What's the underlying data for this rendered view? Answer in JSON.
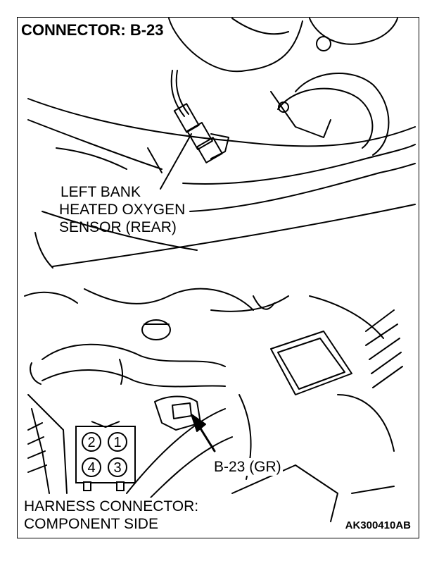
{
  "title": "CONNECTOR: B-23",
  "sensor_label": {
    "line1": "LEFT BANK",
    "line2": "HEATED OXYGEN",
    "line3": "SENSOR (REAR)"
  },
  "connector_label": "B-23 (GR)",
  "pins": [
    "2",
    "1",
    "4",
    "3"
  ],
  "harness_label": {
    "line1": "HARNESS CONNECTOR:",
    "line2": "COMPONENT SIDE"
  },
  "figure_code": "AK300410AB"
}
